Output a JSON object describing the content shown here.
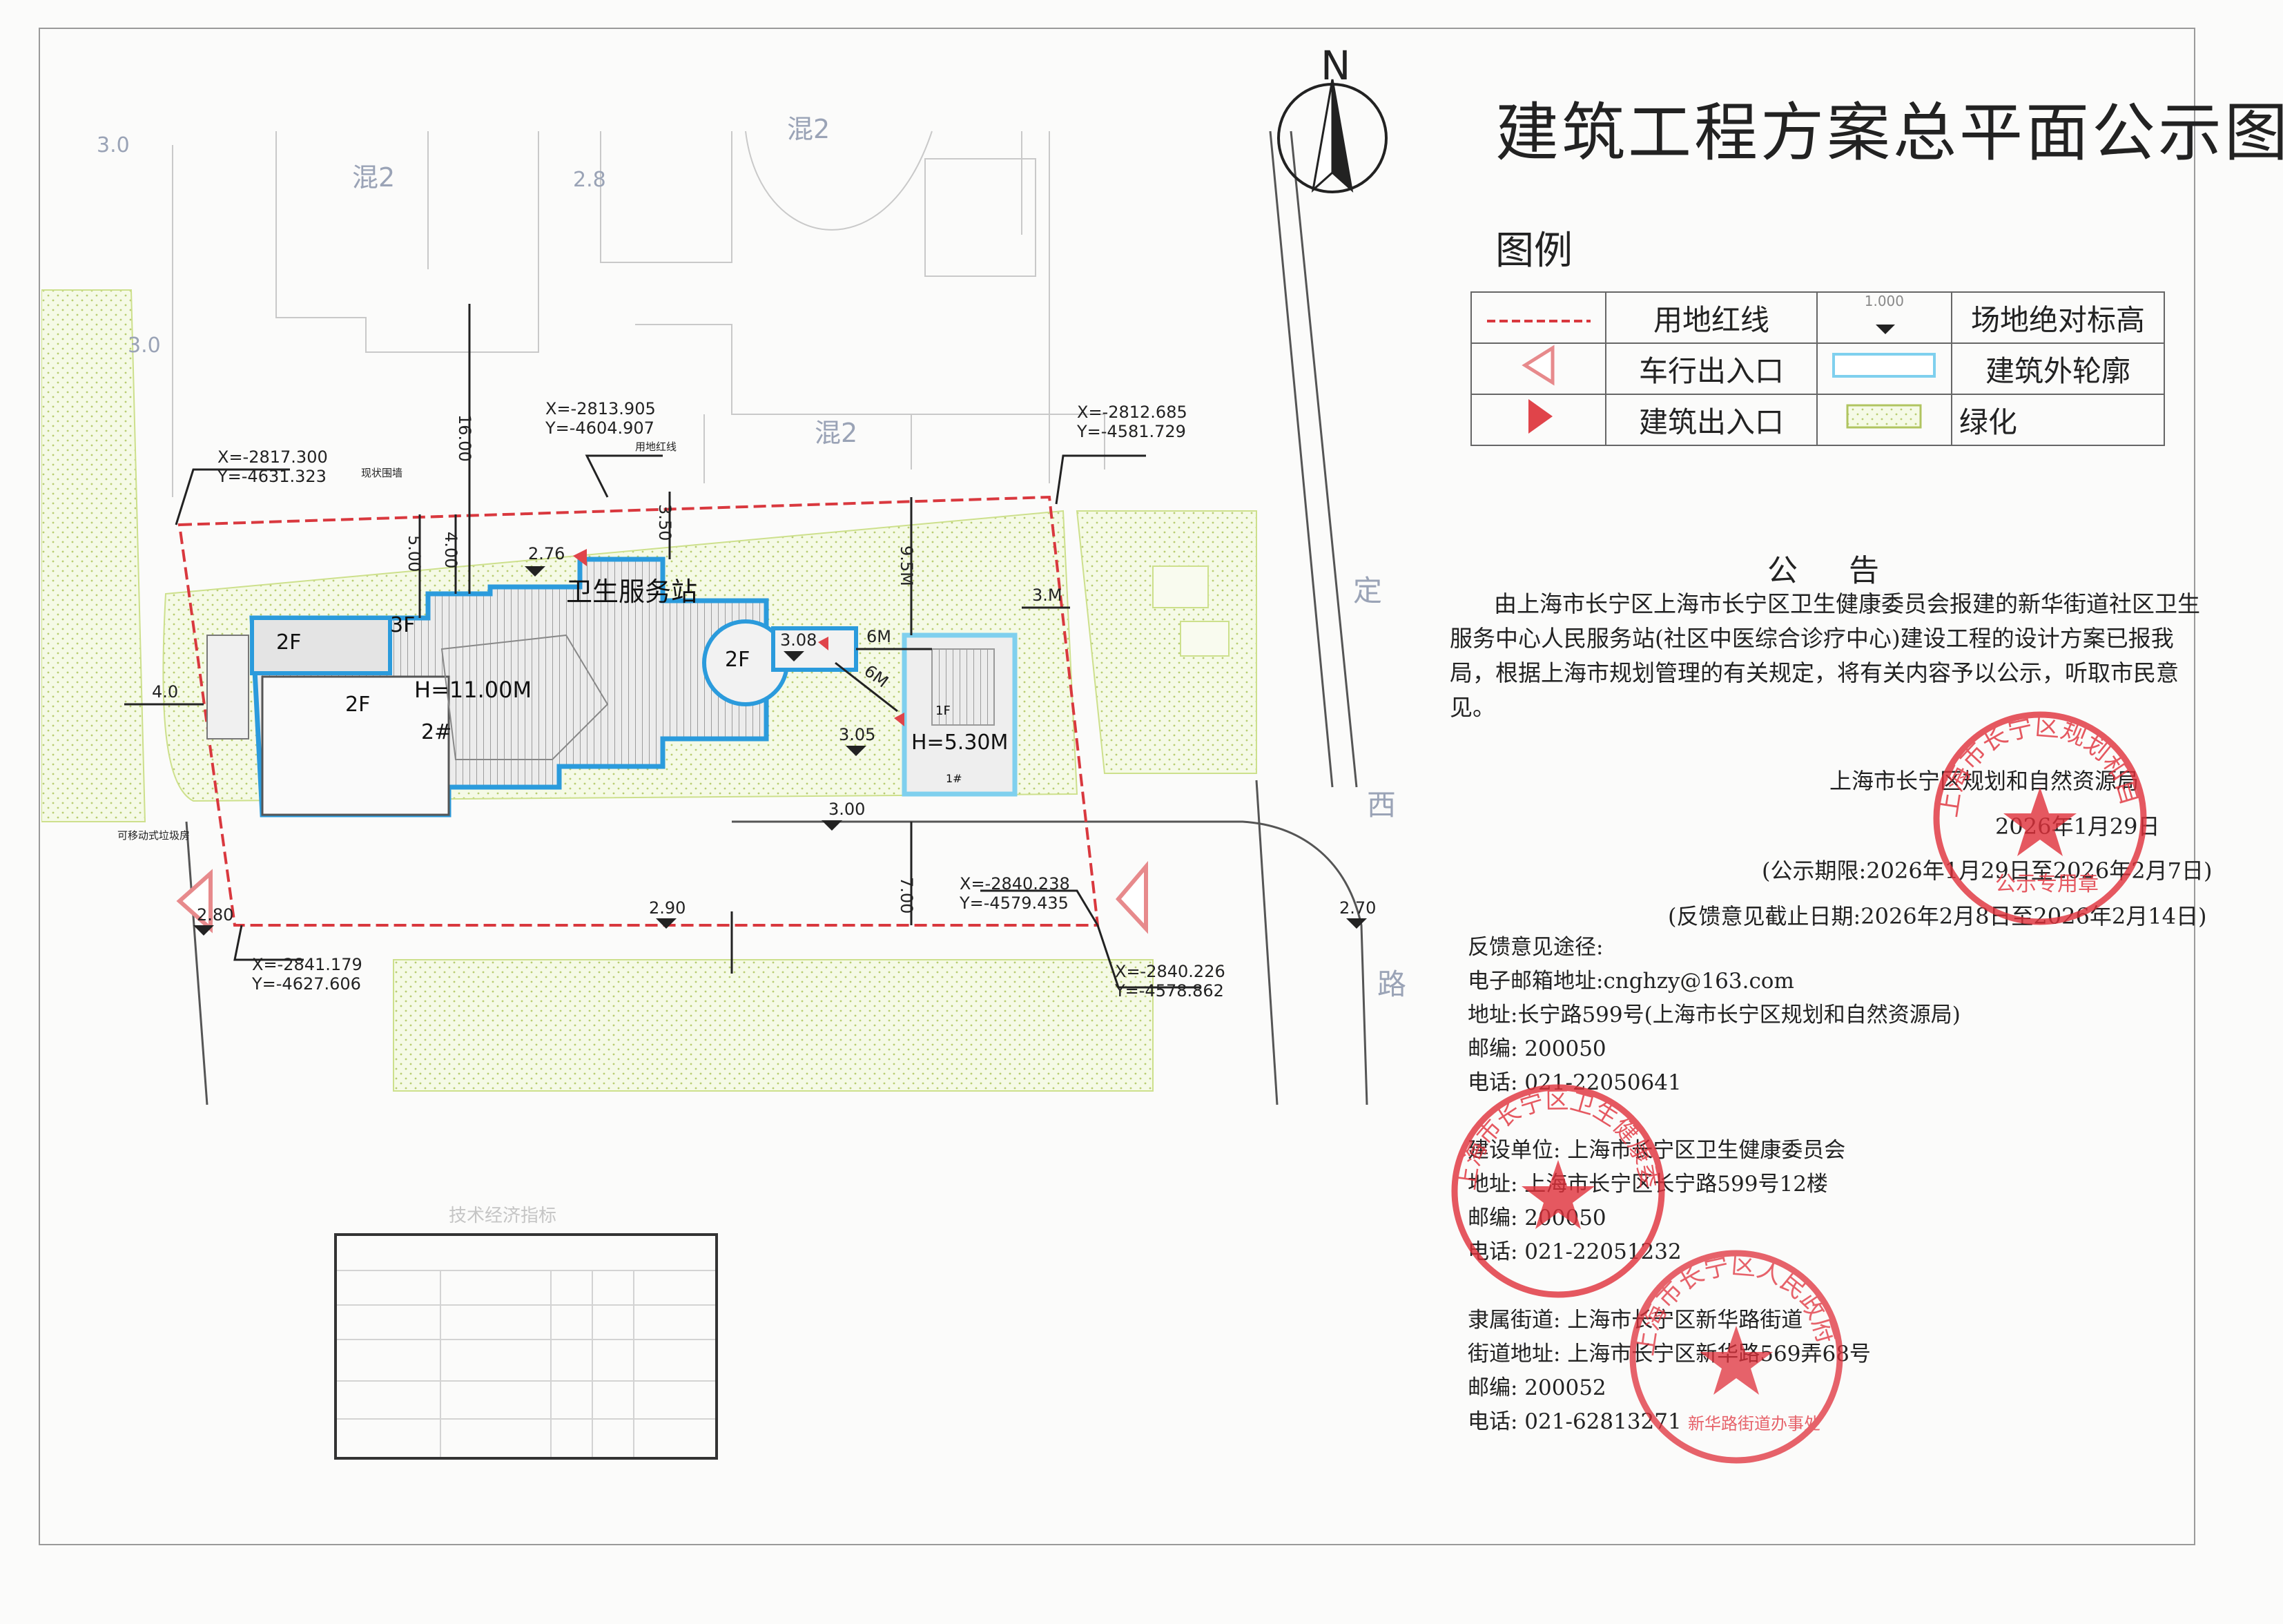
{
  "title": "建筑工程方案总平面公示图",
  "north": "N",
  "legend": {
    "heading": "图例",
    "items": [
      {
        "label": "用地红线"
      },
      {
        "label": "场地绝对标高",
        "sample": "1.000"
      },
      {
        "label": "车行出入口"
      },
      {
        "label": "建筑外轮廓"
      },
      {
        "label": "建筑出入口"
      },
      {
        "label": "绿化"
      }
    ]
  },
  "notice": {
    "heading": "公 告",
    "body": "由上海市长宁区上海市长宁区卫生健康委员会报建的新华街道社区卫生服务中心人民服务站(社区中医综合诊疗中心)建设工程的设计方案已报我局，根据上海市规划管理的有关规定，将有关内容予以公示，听取市民意见。",
    "issuer": "上海市长宁区规划和自然资源局",
    "date": "2026年1月29日",
    "period": "(公示期限:2026年1月29日至2026年2月7日)",
    "feedback_deadline": "(反馈意见截止日期:2026年2月8日至2026年2月14日)"
  },
  "feedback": {
    "heading": "反馈意见途径:",
    "email": "电子邮箱地址:cnghzy@163.com",
    "address": "地址:长宁路599号(上海市长宁区规划和自然资源局)",
    "postcode": "邮编: 200050",
    "phone": "电话: 021-22050641"
  },
  "builder": {
    "unit": "建设单位: 上海市长宁区卫生健康委员会",
    "address": "地址: 上海市长宁区长宁路599号12楼",
    "postcode": "邮编: 200050",
    "phone": "电话: 021-22051232"
  },
  "street": {
    "name": "隶属街道: 上海市长宁区新华路街道",
    "address": "街道地址: 上海市长宁区新华路569弄68号",
    "postcode": "邮编: 200052",
    "phone": "电话: 021-62813271"
  },
  "stamps": {
    "planning_top": "上海市长宁区规划和自然资源局",
    "planning_bottom": "公示专用章",
    "health": "上海市长宁区卫生健康委员会",
    "street_office": "上海市长宁区人民政府",
    "street_sub": "新华路街道办事处"
  },
  "plan": {
    "mix_labels": [
      "混2",
      "混2",
      "混2"
    ],
    "top_elevations": [
      "3.0",
      "2.8",
      "3.0"
    ],
    "coords": [
      {
        "x": "X=-2817.300",
        "y": "Y=-4631.323"
      },
      {
        "x": "X=-2813.905",
        "y": "Y=-4604.907"
      },
      {
        "x": "X=-2812.685",
        "y": "Y=-4581.729"
      },
      {
        "x": "X=-2840.238",
        "y": "Y=-4579.435"
      },
      {
        "x": "X=-2841.179",
        "y": "Y=-4627.606"
      },
      {
        "x": "X=-2840.226",
        "y": "Y=-4578.862"
      }
    ],
    "dims": [
      "16.00",
      "5.00",
      "4.00",
      "3.50",
      "9.5M",
      "6M",
      "3.M",
      "6M",
      "4.0",
      "7.00"
    ],
    "elevations": [
      "2.76",
      "3.08",
      "3.05",
      "3.00",
      "2.80",
      "2.90",
      "2.70"
    ],
    "notes": {
      "wall": "现状围墙",
      "redline": "用地红线",
      "lowvol": "可移动式垃圾房"
    },
    "building_main": {
      "name": "卫生服务站",
      "floors": [
        "2F",
        "3F",
        "2F",
        "2F"
      ],
      "height": "H=11.00M",
      "num": "2#"
    },
    "building_small": {
      "floor": "1F",
      "height": "H=5.30M",
      "num": "1#"
    },
    "road": [
      "定",
      "西",
      "路"
    ],
    "faded_table_title": "技术经济指标"
  }
}
